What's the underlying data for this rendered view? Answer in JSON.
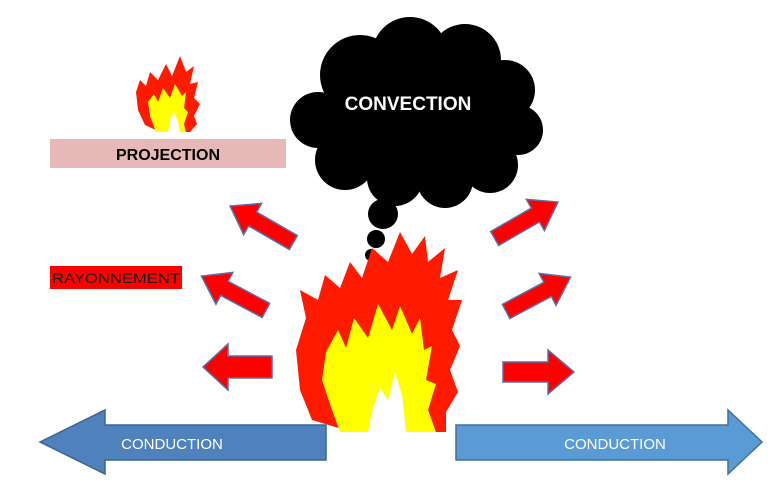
{
  "labels": {
    "projection": "PROJECTION",
    "convection": "CONVECTION",
    "rayonnement": "RAYONNEMENT",
    "conduction_left": "CONDUCTION",
    "conduction_right": "CONDUCTION"
  },
  "icons": {
    "main_fire": "fire-icon",
    "small_fire": "fire-icon",
    "smoke": "smoke-cloud-icon",
    "arrows": "arrow-icon"
  },
  "colors": {
    "projection_box": "#e6b8b8",
    "rayonnement_box": "#ff0000",
    "radiation_arrow_fill": "#ff0000",
    "radiation_arrow_stroke": "#5a6fa8",
    "conduction_left": "#4f81bd",
    "conduction_right": "#5b9bd5",
    "cloud": "#000000",
    "flame_outer": "#ff1a00",
    "flame_inner": "#ffff00"
  }
}
